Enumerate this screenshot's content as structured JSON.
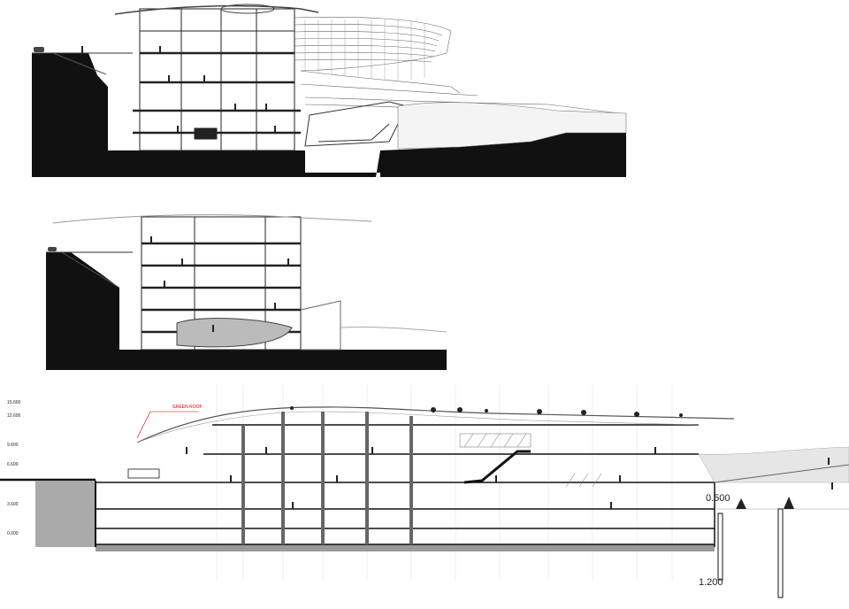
{
  "section_3": {
    "level_left_0": "0.000",
    "level_left_1": "3.600",
    "level_left_2": "6.600",
    "level_left_3": "9.600",
    "level_left_4": "12.600",
    "level_left_5": "15.600",
    "level_right_top": "0.500",
    "level_right_bottom": "1.200",
    "annotation": "GREEN ROOF"
  }
}
